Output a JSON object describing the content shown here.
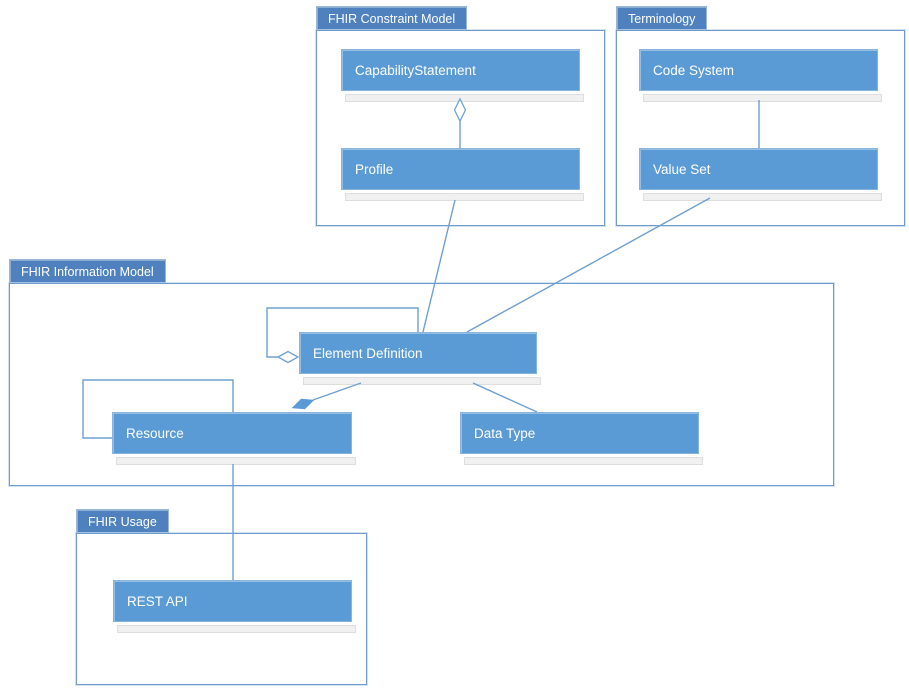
{
  "package_labels": {
    "constraint": "FHIR Constraint Model",
    "terminology": "Terminology",
    "information": "FHIR Information Model",
    "usage": "FHIR Usage"
  },
  "nodes": {
    "capability_statement": "CapabilityStatement",
    "profile": "Profile",
    "code_system": "Code System",
    "value_set": "Value Set",
    "element_definition": "Element Definition",
    "resource": "Resource",
    "data_type": "Data Type",
    "rest_api": "REST API"
  },
  "relationships": [
    {
      "from": "CapabilityStatement",
      "to": "Profile",
      "type": "aggregation",
      "diamond_at": "CapabilityStatement"
    },
    {
      "from": "Code System",
      "to": "Value Set",
      "type": "association"
    },
    {
      "from": "Value Set",
      "to": "Element Definition",
      "type": "association"
    },
    {
      "from": "Profile",
      "to": "Element Definition",
      "type": "association"
    },
    {
      "from": "Element Definition",
      "to": "Element Definition",
      "type": "self-aggregation",
      "diamond_at": "Element Definition"
    },
    {
      "from": "Resource",
      "to": "Element Definition",
      "type": "composition",
      "diamond_at": "Resource"
    },
    {
      "from": "Element Definition",
      "to": "Data Type",
      "type": "association"
    },
    {
      "from": "Resource",
      "to": "Resource",
      "type": "self-association"
    },
    {
      "from": "Resource",
      "to": "REST API",
      "type": "association"
    }
  ],
  "colors": {
    "class_fill": "#5b9bd5",
    "package_tab_fill": "#4e81bd",
    "package_border": "#6f9ccc",
    "connector": "#6fa0d2",
    "shadow_strip": "#f0f0f0",
    "label_text": "#ffffff",
    "background": "#ffffff"
  }
}
